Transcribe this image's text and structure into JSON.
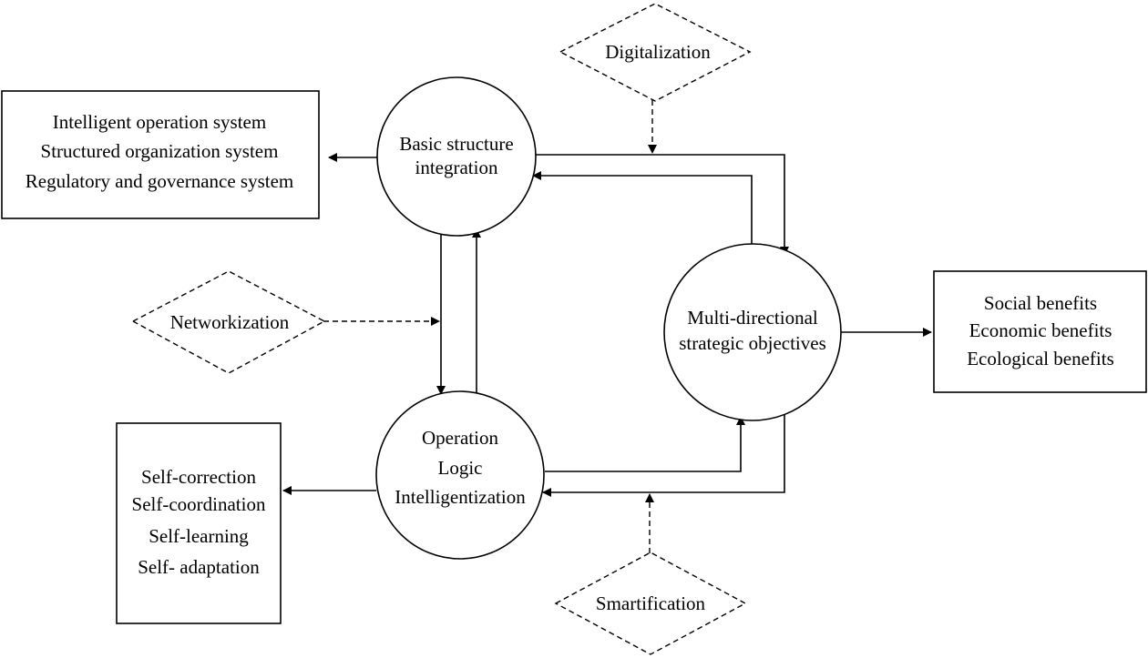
{
  "nodes": {
    "basic": {
      "lines": [
        "Basic structure",
        "integration"
      ]
    },
    "multi": {
      "lines": [
        "Multi-directional",
        "strategic objectives"
      ]
    },
    "operation": {
      "lines": [
        "Operation",
        "Logic",
        "Intelligentization"
      ]
    }
  },
  "boxes": {
    "systems": {
      "lines": [
        "Intelligent operation system",
        "Structured organization system",
        "Regulatory and governance system"
      ]
    },
    "benefits": {
      "lines": [
        "Social benefits",
        "Economic benefits",
        "Ecological benefits"
      ]
    },
    "self": {
      "lines": [
        "Self-correction",
        "Self-coordination",
        "Self-learning",
        "Self- adaptation"
      ]
    }
  },
  "drivers": {
    "digitalization": "Digitalization",
    "networkization": "Networkization",
    "smartification": "Smartification"
  }
}
